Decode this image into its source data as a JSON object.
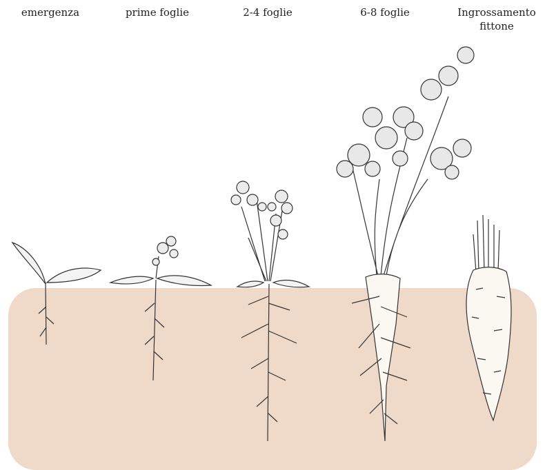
{
  "stages": [
    {
      "label": "emergenza"
    },
    {
      "label": "prime foglie"
    },
    {
      "label": "2-4 foglie"
    },
    {
      "label": "6-8 foglie"
    },
    {
      "label": "Ingrossamento\nfittone"
    }
  ],
  "colors": {
    "soil": "#efd9c9",
    "line": "#333333",
    "leaf": "#f3f3f3",
    "root": "#fbf7f1"
  }
}
